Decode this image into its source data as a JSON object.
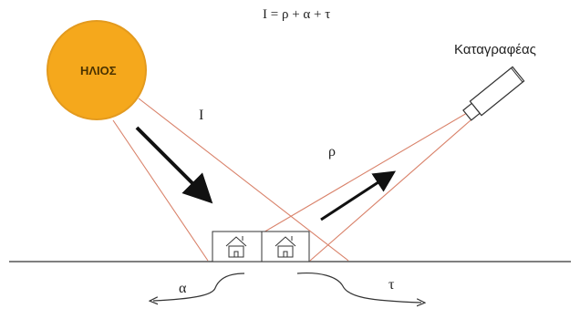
{
  "formula": "I = ρ + α + τ",
  "sun": {
    "label": "ΗΛΙΟΣ",
    "fill": "#f5a81c",
    "stroke": "#e8a32a"
  },
  "labels": {
    "incident": "I",
    "reflected": "ρ",
    "absorbed": "α",
    "transmitted": "τ",
    "recorder": "Καταγραφέας"
  },
  "colors": {
    "rays": "#d9826a",
    "arrows": "#111111",
    "ground": "#333333"
  },
  "icons": [
    "sun",
    "recorder-camera",
    "house-icon",
    "house-icon"
  ]
}
